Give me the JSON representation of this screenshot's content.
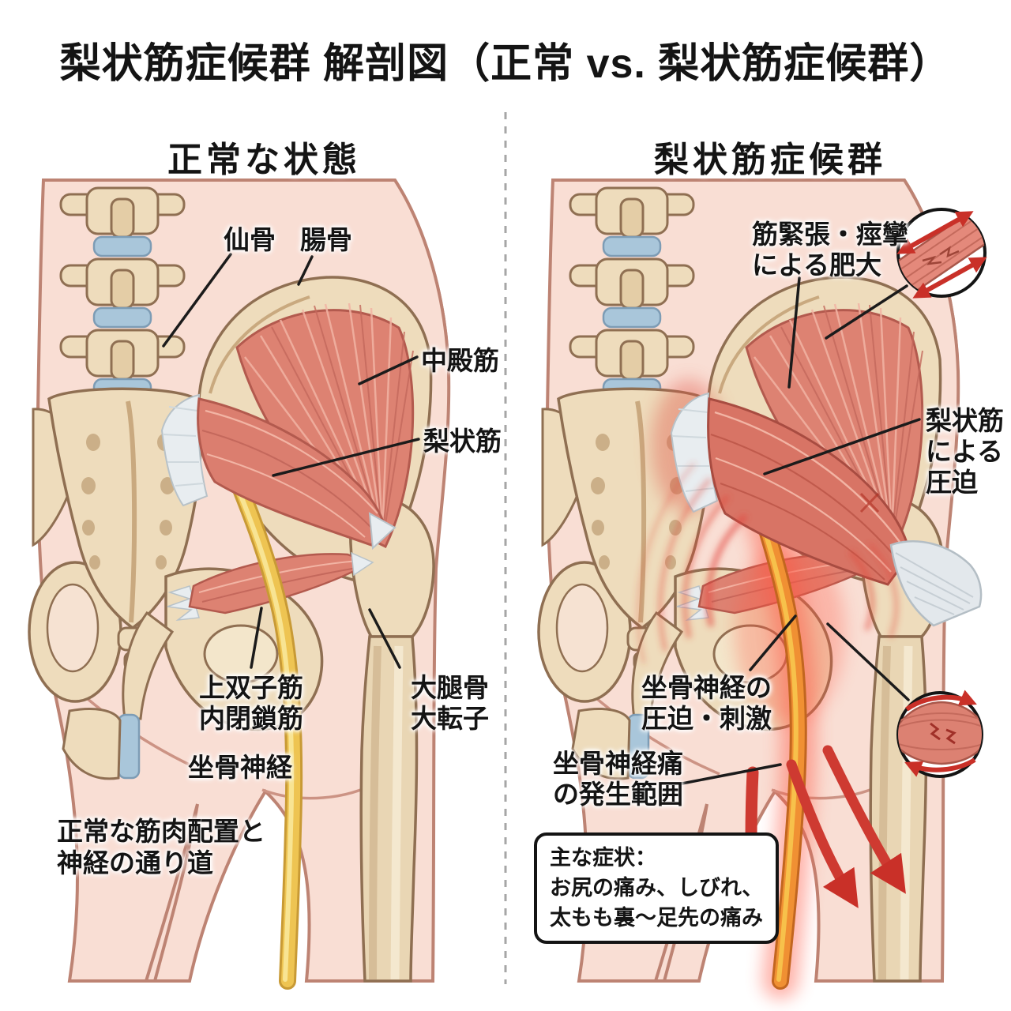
{
  "title": "梨状筋症候群 解剖図（正常 vs. 梨状筋症候群）",
  "left_panel": {
    "header": "正常な状態",
    "labels": {
      "sacrum": "仙骨",
      "ilium": "腸骨",
      "gluteus_medius": "中殿筋",
      "piriformis": "梨状筋",
      "gemellus_obturator": "上双子筋\n内閉鎖筋",
      "femur_trochanter": "大腿骨\n大転子",
      "sciatic_nerve": "坐骨神経"
    },
    "caption": "正常な筋肉配置と\n神経の通り道"
  },
  "right_panel": {
    "header": "梨状筋症候群",
    "labels": {
      "hypertrophy": "筋緊張・痙攣\nによる肥大",
      "piriformis_compression": "梨状筋\nによる\n圧迫",
      "nerve_compression": "坐骨神経の\n圧迫・刺激",
      "sciatica_range": "坐骨神経痛\nの発生範囲"
    },
    "symptom_box": "主な症状：\nお尻の痛み、しびれ、\n太もも裏〜足先の痛み"
  },
  "colors": {
    "skin": "#f9ded4",
    "bone": "#eedcbc",
    "muscle": "#dd8272",
    "disc_blue": "#a9c6da",
    "nerve_normal": "#eec452",
    "nerve_inflamed": "#f09033",
    "pain_red": "#ce3a31"
  }
}
